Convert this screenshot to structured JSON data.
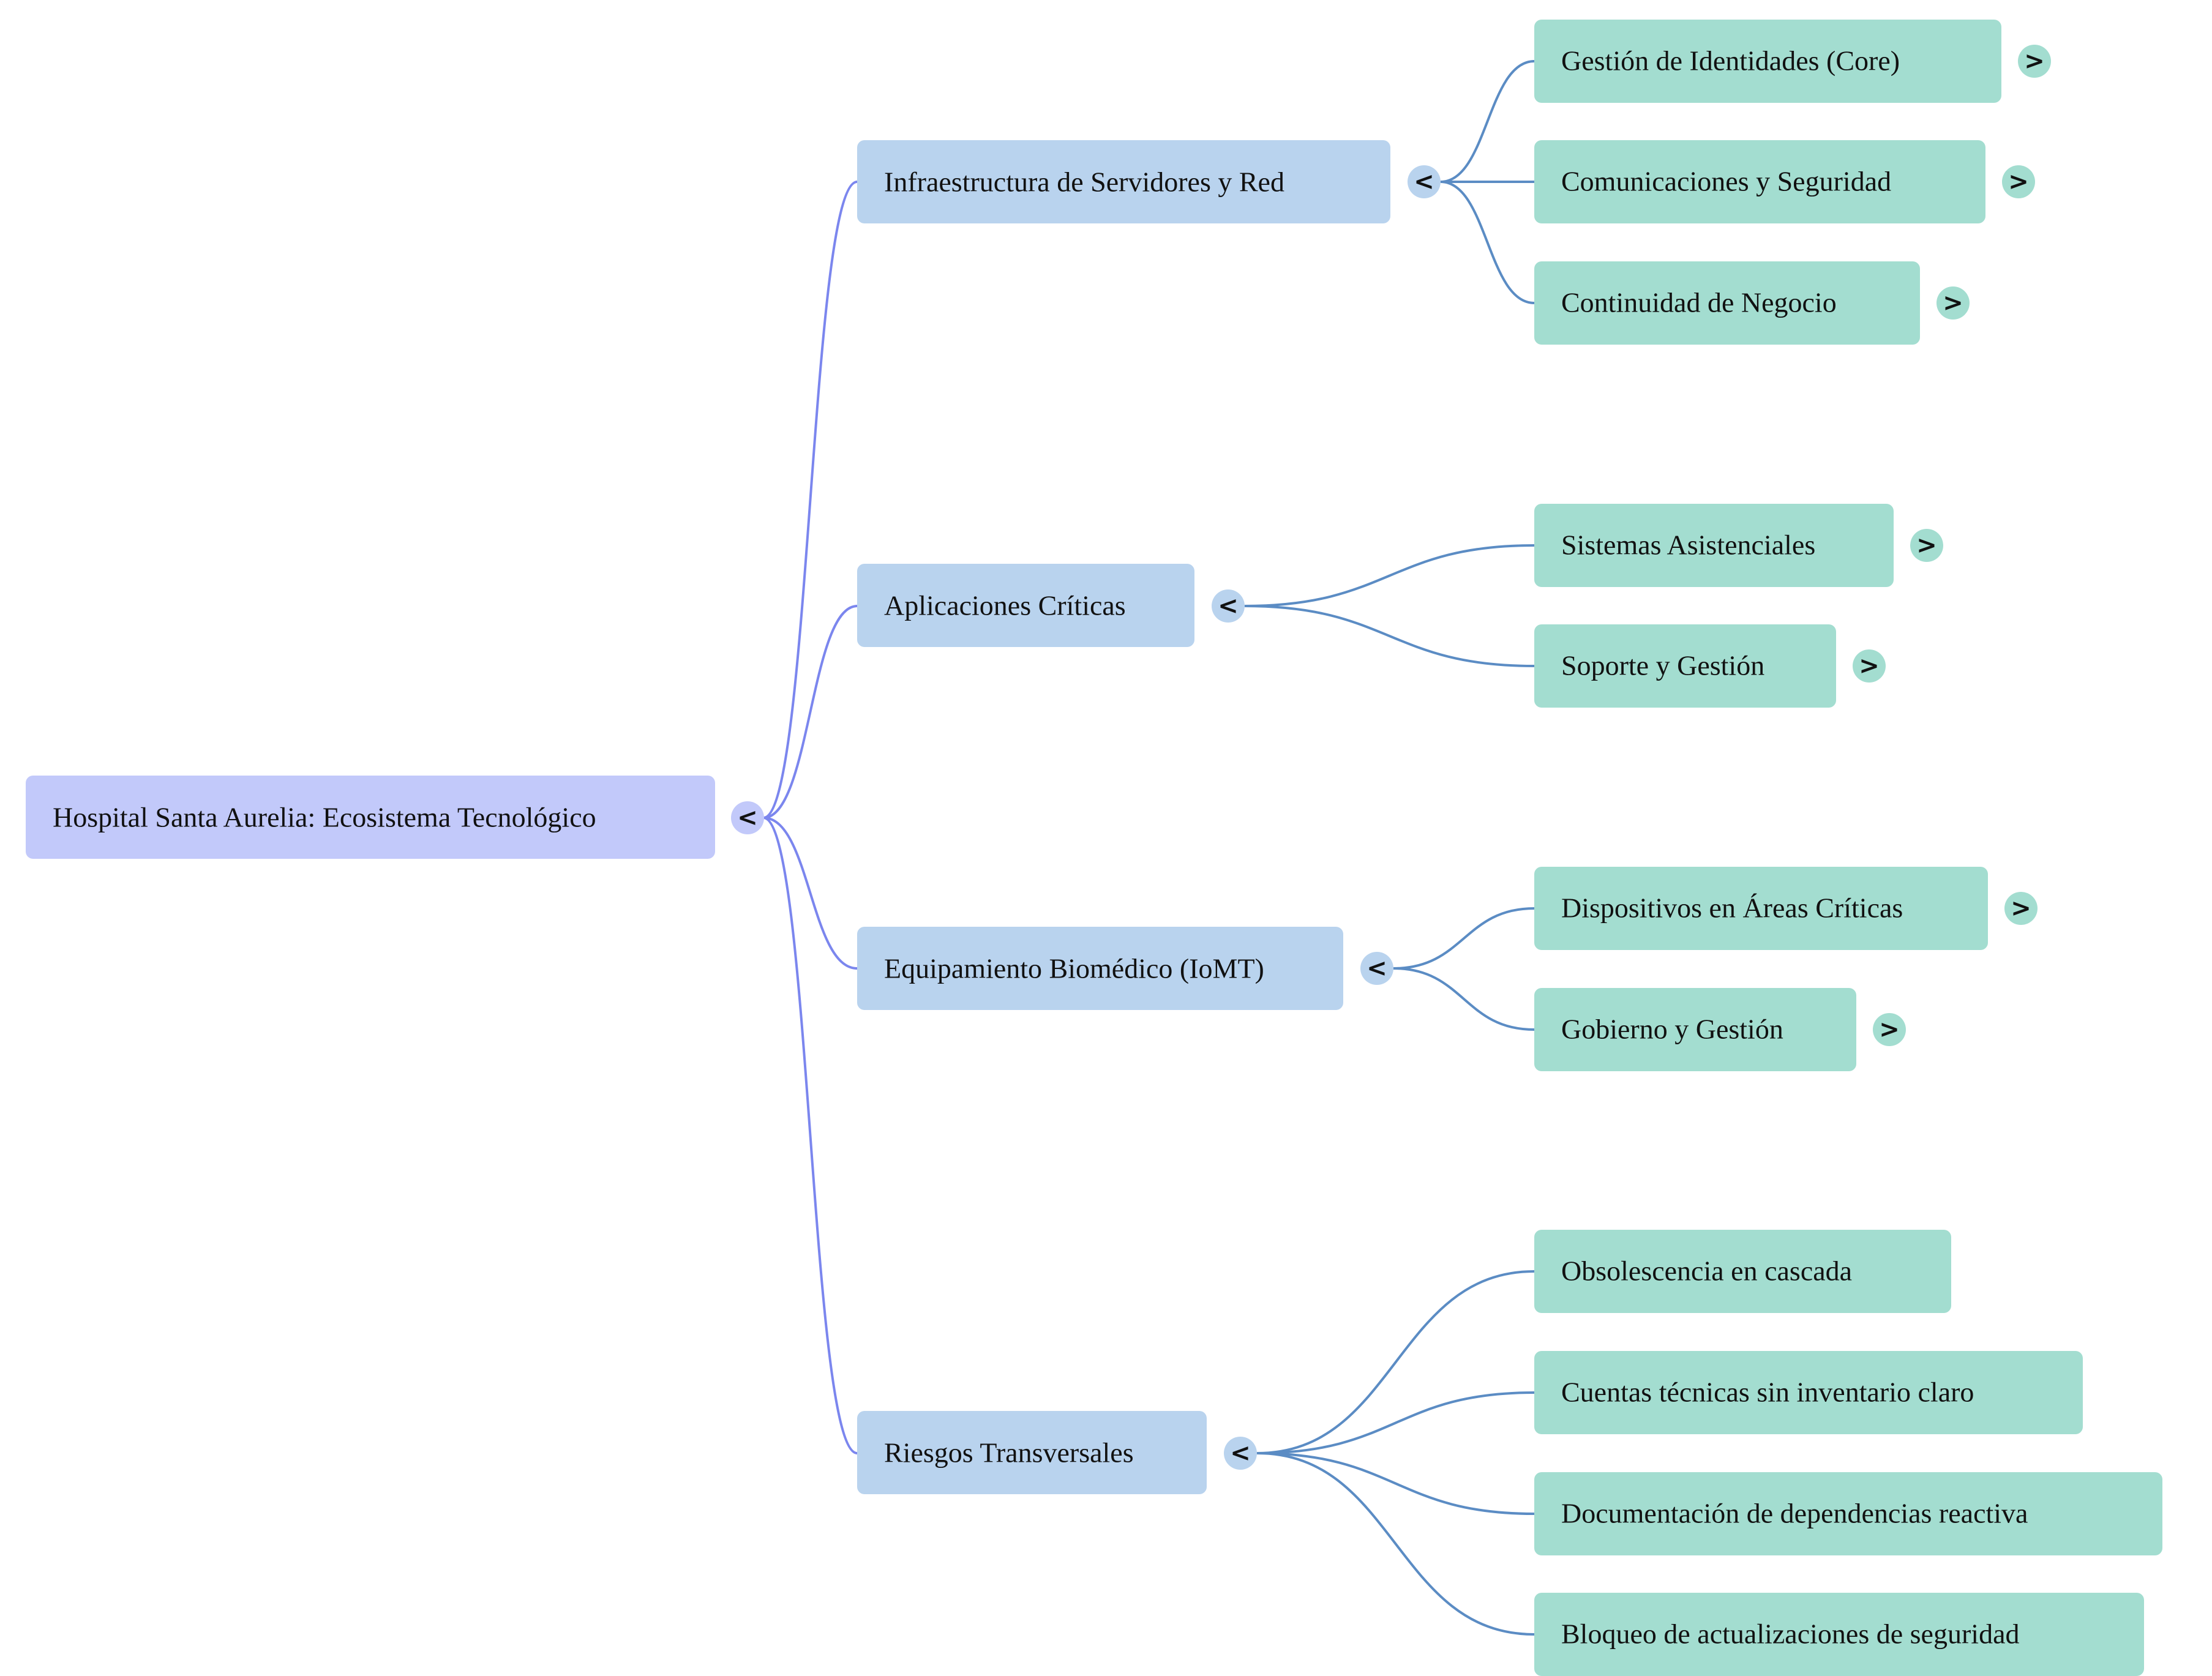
{
  "colors": {
    "root_fill": "#c2c9fa",
    "branch_fill": "#b9d3ee",
    "leaf_fill": "#a3ddd0",
    "root_edge": "#7b86ee",
    "branch_edge": "#5b8cc4"
  },
  "icons": {
    "expanded": "collapse-icon",
    "collapsed": "expand-icon"
  },
  "root": {
    "label": "Hospital Santa Aurelia: Ecosistema Tecnológico",
    "toggle": "<",
    "children": [
      {
        "label": "Infraestructura de Servidores y Red",
        "toggle": "<",
        "children": [
          {
            "label": "Gestión de Identidades (Core)",
            "toggle": ">"
          },
          {
            "label": "Comunicaciones y Seguridad",
            "toggle": ">"
          },
          {
            "label": "Continuidad de Negocio",
            "toggle": ">"
          }
        ]
      },
      {
        "label": "Aplicaciones Críticas",
        "toggle": "<",
        "children": [
          {
            "label": "Sistemas Asistenciales",
            "toggle": ">"
          },
          {
            "label": "Soporte y Gestión",
            "toggle": ">"
          }
        ]
      },
      {
        "label": "Equipamiento Biomédico (IoMT)",
        "toggle": "<",
        "children": [
          {
            "label": "Dispositivos en Áreas Críticas",
            "toggle": ">"
          },
          {
            "label": "Gobierno y Gestión",
            "toggle": ">"
          }
        ]
      },
      {
        "label": "Riesgos Transversales",
        "toggle": "<",
        "children": [
          {
            "label": "Obsolescencia en cascada"
          },
          {
            "label": "Cuentas técnicas sin inventario claro"
          },
          {
            "label": "Documentación de dependencias reactiva"
          },
          {
            "label": "Bloqueo de actualizaciones de seguridad"
          }
        ]
      }
    ]
  }
}
